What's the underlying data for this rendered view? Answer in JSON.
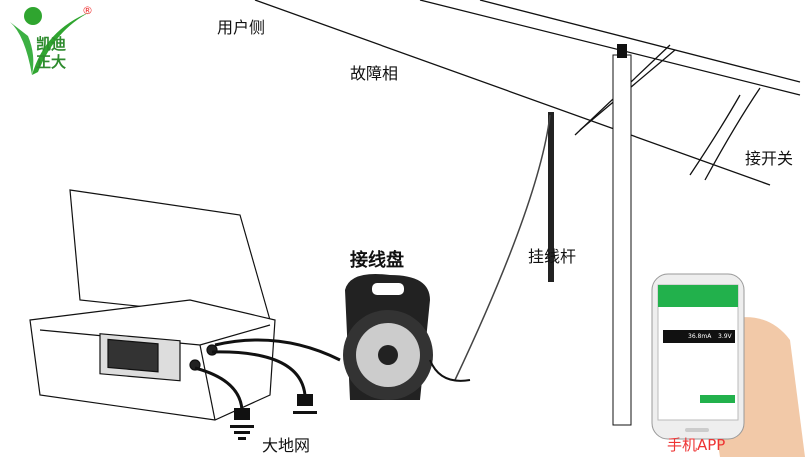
{
  "logo": {
    "line1": "凯迪",
    "line2": "正大",
    "registered": "®",
    "color": "#2fa52f"
  },
  "labels": {
    "user_side": "用户侧",
    "fault_phase": "故障相",
    "switch": "接开关",
    "hook_rod": "挂线杆",
    "cable_reel": "接线盘",
    "ground_grid": "大地网",
    "phone_app": "手机APP"
  },
  "phone": {
    "current": "36.8mA",
    "voltage": "3.9V",
    "accent": "#22b14c"
  }
}
